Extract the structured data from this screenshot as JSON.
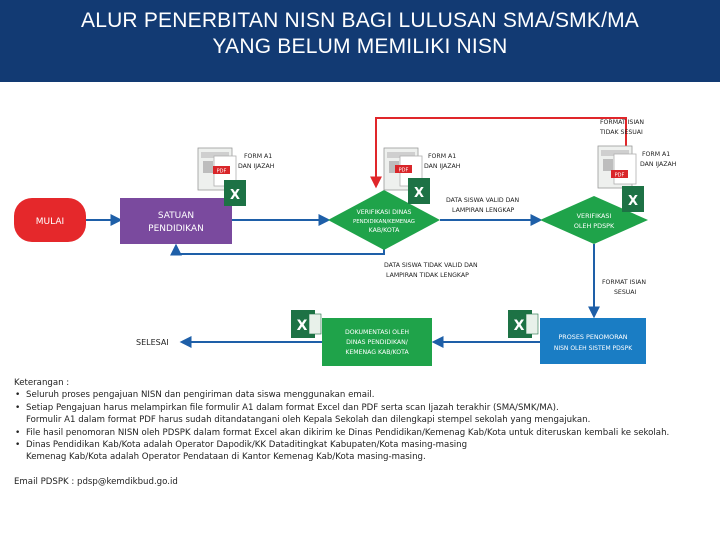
{
  "title": {
    "line1": "ALUR PENERBITAN NISN BAGI LULUSAN SMA/SMK/MA",
    "line2": "YANG BELUM MEMILIKI NISN"
  },
  "colors": {
    "header_bg": "#123a73",
    "start_node": "#e5282b",
    "school_node": "#7a4a9e",
    "verify_node": "#1fa34a",
    "process_node": "#1a7dc4",
    "arrow": "#1e5fa8",
    "return_line": "#e0262a",
    "excel_green": "#1d7245"
  },
  "nodes": {
    "start": "MULAI",
    "school_l1": "SATUAN",
    "school_l2": "PENDIDIKAN",
    "verify_dinas_l1": "VERIFIKASI DINAS",
    "verify_dinas_l2": "PENDIDIKAN/KEMENAG",
    "verify_dinas_l3": "KAB/KOTA",
    "verify_pdspk_l1": "VERIFIKASI",
    "verify_pdspk_l2": "OLEH PDSPK",
    "process_l1": "PROSES PENOMORAN",
    "process_l2": "NISN OLEH SISTEM PDSPK",
    "docs_l1": "DOKUMENTASI OLEH",
    "docs_l2": "DINAS PENDIDIKAN/",
    "docs_l3": "KEMENAG KAB/KOTA",
    "end": "SELESAI"
  },
  "labels": {
    "form1_l1": "FORM A1",
    "form1_l2": "DAN IJAZAH",
    "form2_l1": "FORM A1",
    "form2_l2": "DAN IJAZAH",
    "form3_l1": "FORM A1",
    "form3_l2": "DAN IJAZAH",
    "format_bad_l1": "FORMAT ISIAN",
    "format_bad_l2": "TIDAK SESUAI",
    "valid_l1": "DATA SISWA VALID DAN",
    "valid_l2": "LAMPIRAN LENGKAP",
    "invalid_l1": "DATA SISWA TIDAK VALID DAN",
    "invalid_l2": "LAMPIRAN TIDAK LENGKAP",
    "format_ok_l1": "FORMAT ISIAN",
    "format_ok_l2": "SESUAI",
    "pdf": "PDF",
    "excel": "X"
  },
  "notes": {
    "heading": "Keterangan :",
    "items": [
      "Seluruh proses pengajuan NISN dan pengiriman data siswa menggunakan email.",
      "Setiap Pengajuan harus melampirkan file formulir A1 dalam format Excel dan PDF serta scan Ijazah terakhir (SMA/SMK/MA).",
      "File hasil penomoran NISN oleh PDSPK dalam format Excel akan dikirim ke Dinas Pendidikan/Kemenag Kab/Kota untuk diteruskan kembali ke sekolah.",
      "Dinas Pendidikan Kab/Kota adalah Operator Dapodik/KK Dataditingkat Kabupaten/Kota masing-masing"
    ],
    "item2_cont": "Formulir A1 dalam format PDF harus sudah ditandatangani oleh Kepala Sekolah dan dilengkapi stempel sekolah yang mengajukan.",
    "item4_cont": "Kemenag Kab/Kota adalah Operator Pendataan di Kantor Kemenag Kab/Kota masing-masing.",
    "email": "Email PDSPK : pdsp@kemdikbud.go.id"
  }
}
